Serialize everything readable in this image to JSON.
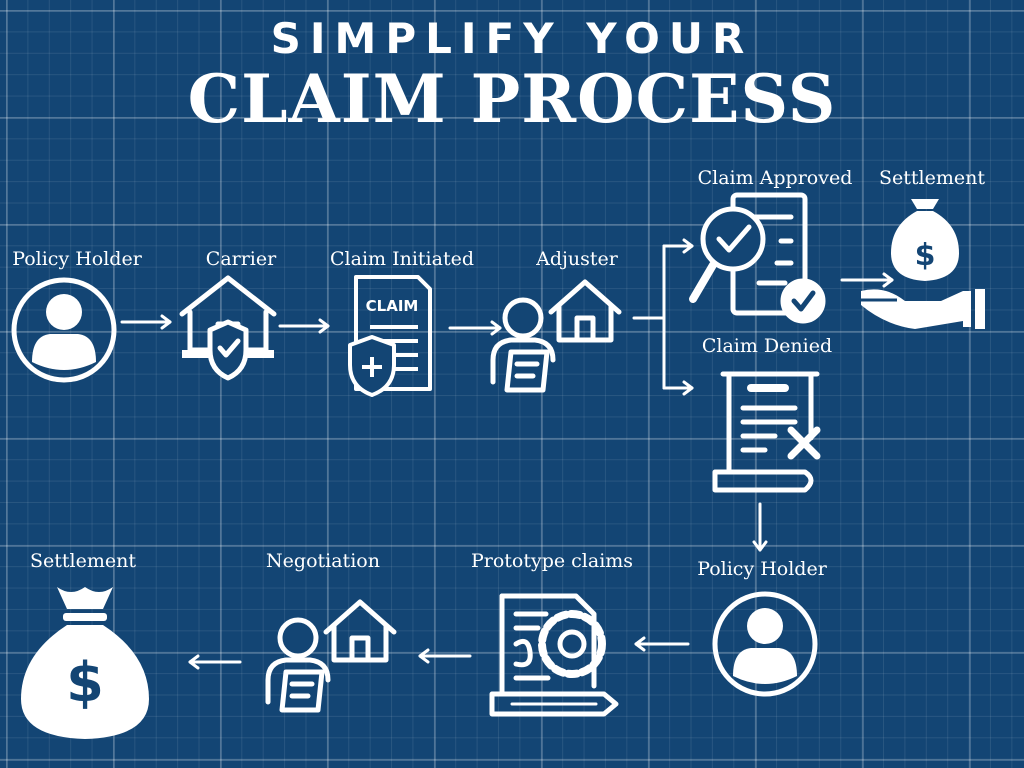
{
  "header": {
    "subtitle": "SIMPLIFY YOUR",
    "title": "CLAIM PROCESS"
  },
  "nodes": {
    "policy_holder_1": "Policy Holder",
    "carrier": "Carrier",
    "claim_initiated": "Claim Initiated",
    "adjuster": "Adjuster",
    "claim_approved": "Claim Approved",
    "settlement_1": "Settlement",
    "claim_denied": "Claim Denied",
    "policy_holder_2": "Policy Holder",
    "prototype_claims": "Prototype claims",
    "negotiation": "Negotiation",
    "settlement_2": "Settlement"
  },
  "claim_doc_text": "CLAIM",
  "currency_symbol": "$",
  "colors": {
    "background": "#134574",
    "foreground": "#ffffff"
  },
  "icons": [
    "user-circle-icon",
    "house-shield-icon",
    "claim-document-icon",
    "adjuster-icon",
    "magnifier-check-document-icon",
    "money-bag-hand-icon",
    "denied-document-icon",
    "gear-document-icon",
    "money-bag-icon"
  ]
}
